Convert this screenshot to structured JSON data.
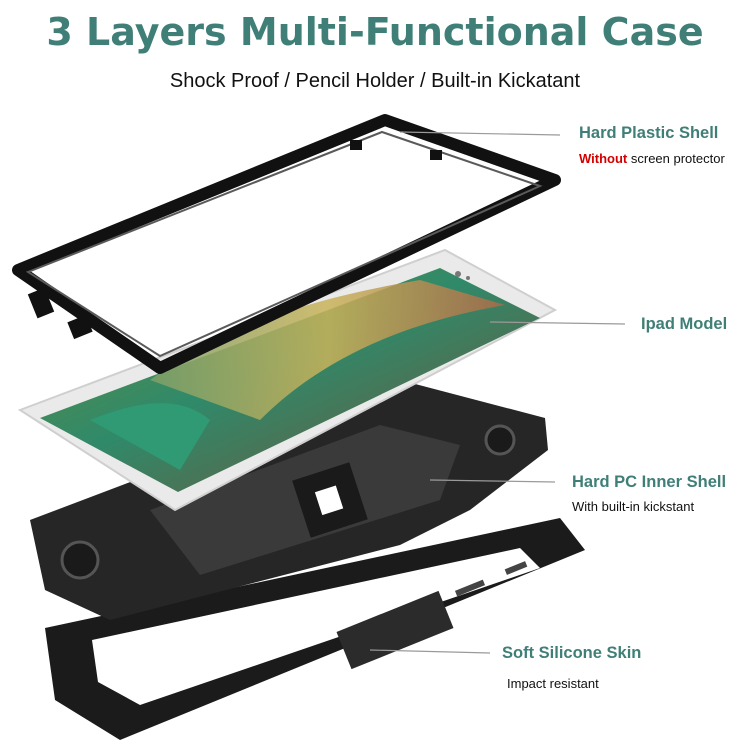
{
  "header": {
    "title": "3 Layers Multi-Functional Case",
    "subtitle": "Shock Proof / Pencil Holder / Built-in Kickatant"
  },
  "layers": [
    {
      "name": "Hard Plastic Shell",
      "note_highlight": "Without",
      "note": " screen protector"
    },
    {
      "name": "Ipad Model"
    },
    {
      "name": "Hard PC Inner Shell",
      "note": "With built-in kickstant"
    },
    {
      "name": "Soft Silicone Skin",
      "note": "Impact resistant"
    }
  ],
  "colors": {
    "label": "#3f7f77",
    "highlight": "#d40000",
    "leader": "#9a9a9a",
    "case": "#1b1b1b"
  }
}
